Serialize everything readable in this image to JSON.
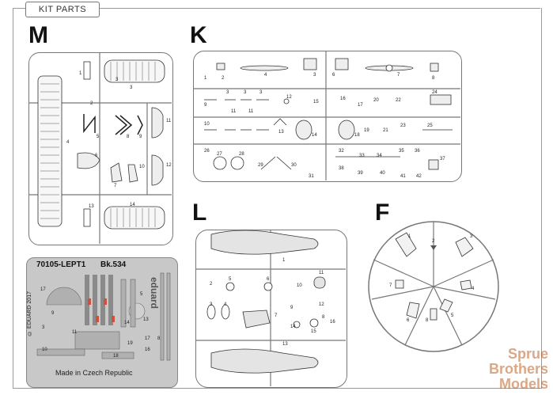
{
  "tag": "KIT PARTS",
  "letters": {
    "m": "M",
    "k": "K",
    "l": "L",
    "f": "F"
  },
  "photoetch": {
    "code": "70105-LEPT1",
    "model": "Bk.534",
    "copyright": "© EDUARD 2017",
    "made_in": "Made in Czech Republic",
    "brand": "eduard"
  },
  "watermark": [
    "Sprue",
    "Brothers",
    "Models"
  ]
}
